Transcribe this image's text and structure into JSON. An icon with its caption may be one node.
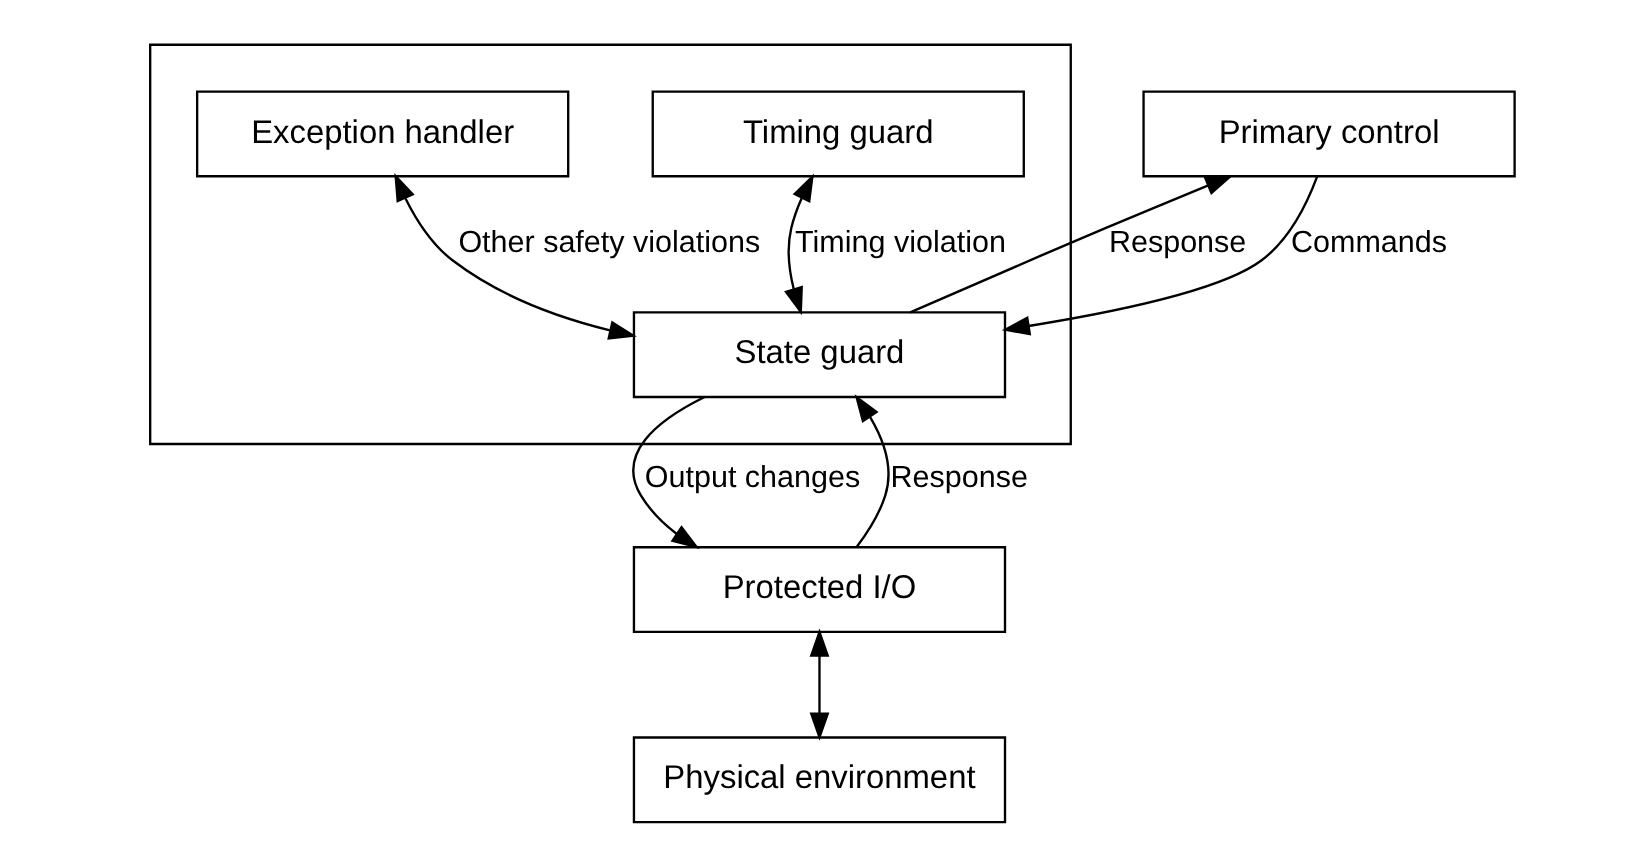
{
  "diagram": {
    "nodes": [
      {
        "text": [],
        "shape": "box"
      },
      {
        "text": [
          "Timing guard"
        ],
        "in": 0
      },
      {
        "text": [
          "Primary control"
        ]
      },
      {
        "text": [
          "Exception handler"
        ],
        "in": 0
      },
      {
        "text": [
          "State guard"
        ],
        "in": 0
      },
      {
        "text": [
          "Protected I/O"
        ]
      },
      {
        "text": [
          "Physical environment"
        ]
      }
    ],
    "edges": [
      {
        "from": 1,
        "to": 4,
        "arrow": "both",
        "label": "Timing violation"
      },
      {
        "from": 4,
        "to": 2,
        "arrow": "to",
        "label": "Response"
      },
      {
        "from": 2,
        "to": 4,
        "arrow": "to",
        "label": "Commands"
      },
      {
        "from": 3,
        "to": 4,
        "arrow": "both",
        "label": "Other safety violations"
      },
      {
        "from": 5,
        "to": 4,
        "arrow": "to",
        "label": "Response"
      },
      {
        "from": 4,
        "to": 5,
        "arrow": "to",
        "label": "Output changes"
      },
      {
        "from": 5,
        "to": 6,
        "arrow": "both"
      }
    ]
  }
}
